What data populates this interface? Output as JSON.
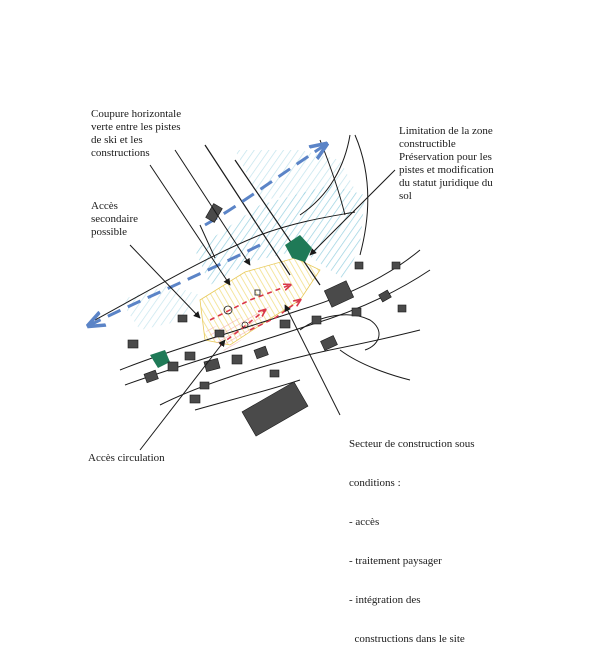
{
  "labels": {
    "coupure": [
      "Coupure horizontale",
      "verte entre les pistes",
      "de ski et les",
      "constructions"
    ],
    "acces_secondaire": [
      "Accès",
      "secondaire",
      "possible"
    ],
    "limitation": [
      "Limitation de la zone",
      "constructible",
      "Préservation pour les",
      "pistes et modification",
      "du statut juridique du",
      "sol"
    ],
    "secteur": [
      "Secteur de construction sous",
      "conditions :",
      "- accès",
      "- traitement paysager",
      "- intégration des",
      "  constructions dans le site"
    ],
    "acces_circulation": [
      "Accès circulation"
    ]
  },
  "colors": {
    "ink": "#1a1a1a",
    "ski_blue": "#5b84c7",
    "hatch_cyan": "#7fc6d8",
    "zone_yellow": "#f2df8a",
    "arrow_red": "#d9384a",
    "green_patch": "#1f7a57",
    "building_gray": "#4a4a4a"
  }
}
